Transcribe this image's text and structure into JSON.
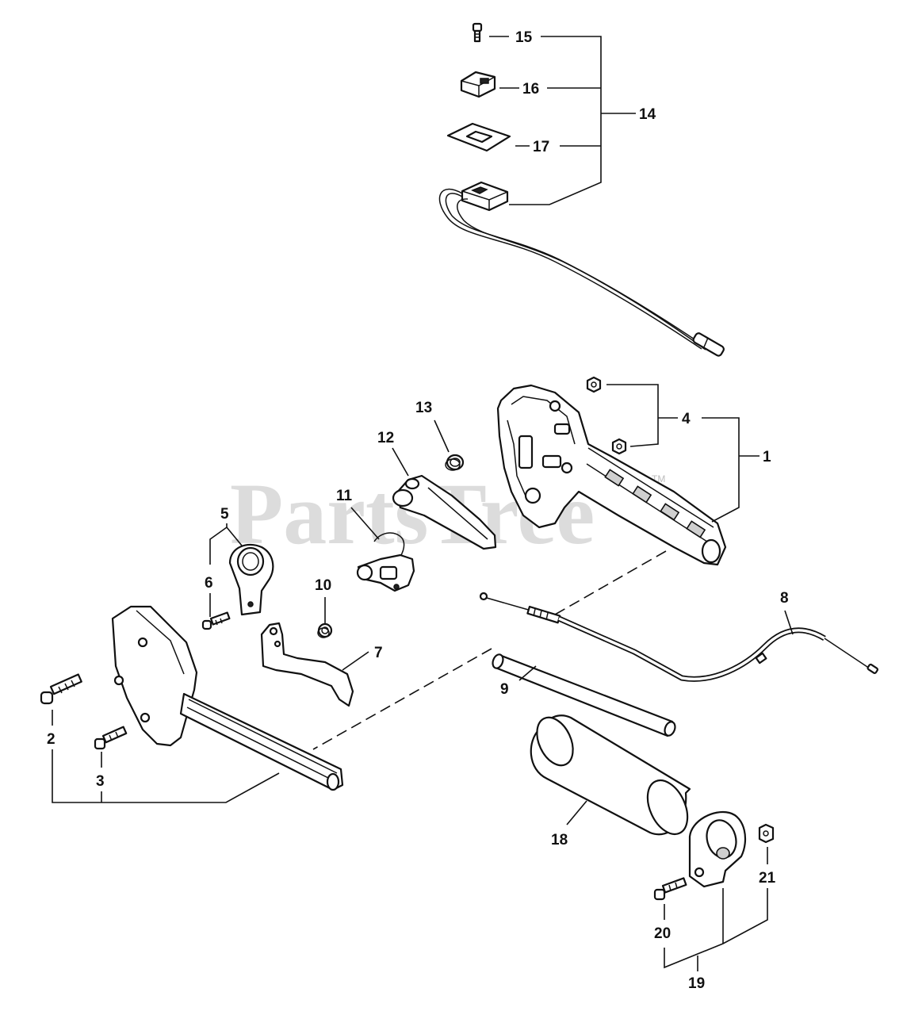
{
  "watermark": {
    "text": "PartsTree",
    "trademark": "TM"
  },
  "callouts": [
    {
      "id": "15",
      "label": "15"
    },
    {
      "id": "16",
      "label": "16"
    },
    {
      "id": "14",
      "label": "14"
    },
    {
      "id": "17",
      "label": "17"
    },
    {
      "id": "4",
      "label": "4"
    },
    {
      "id": "1",
      "label": "1"
    },
    {
      "id": "13",
      "label": "13"
    },
    {
      "id": "12",
      "label": "12"
    },
    {
      "id": "11",
      "label": "11"
    },
    {
      "id": "5",
      "label": "5"
    },
    {
      "id": "6",
      "label": "6"
    },
    {
      "id": "10",
      "label": "10"
    },
    {
      "id": "8",
      "label": "8"
    },
    {
      "id": "7",
      "label": "7"
    },
    {
      "id": "9",
      "label": "9"
    },
    {
      "id": "2",
      "label": "2"
    },
    {
      "id": "3",
      "label": "3"
    },
    {
      "id": "18",
      "label": "18"
    },
    {
      "id": "21",
      "label": "21"
    },
    {
      "id": "20",
      "label": "20"
    },
    {
      "id": "19",
      "label": "19"
    }
  ]
}
